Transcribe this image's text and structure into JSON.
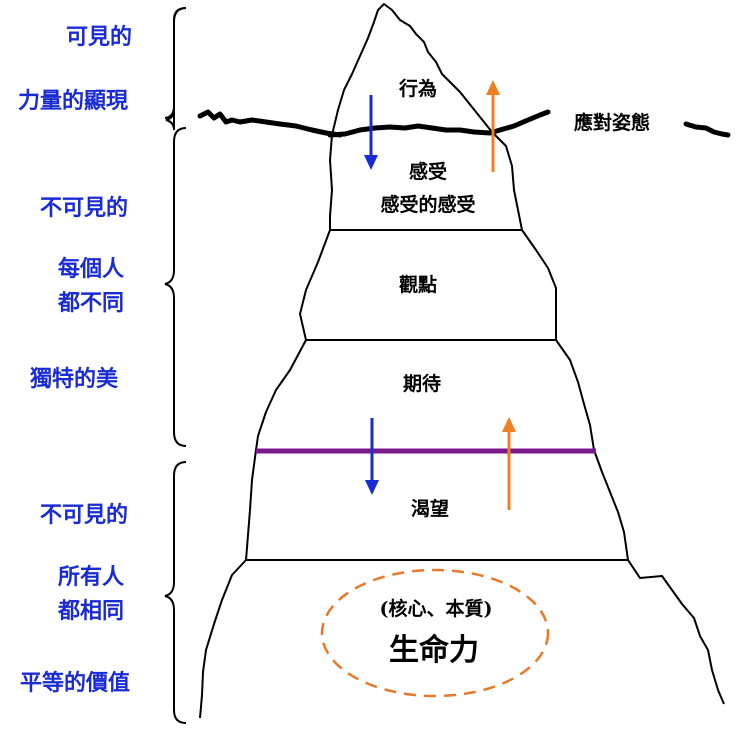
{
  "left_labels": {
    "visible": "可見的",
    "manifest": "力量的顯現",
    "invisible_1": "不可見的",
    "everyone_diff_1": "每個人",
    "everyone_diff_2": "都不同",
    "unique_beauty": "獨特的美",
    "invisible_2": "不可見的",
    "everyone_same_1": "所有人",
    "everyone_same_2": "都相同",
    "equal_value": "平等的價值"
  },
  "layers": {
    "behavior": "行為",
    "coping": "應對姿態",
    "feelings": "感受",
    "feelings_about_feelings": "感受的感受",
    "perceptions": "觀點",
    "expectations": "期待",
    "yearnings": "渴望",
    "core_note": "(核心、本質)",
    "life_force": "生命力"
  },
  "colors": {
    "side_text": "#1a2bd6",
    "down_arrow": "#1a2bd6",
    "up_arrow": "#f07f1f",
    "boundary_line": "#7a1a8c",
    "core_ellipse": "#e8782a",
    "outline": "#000000"
  }
}
